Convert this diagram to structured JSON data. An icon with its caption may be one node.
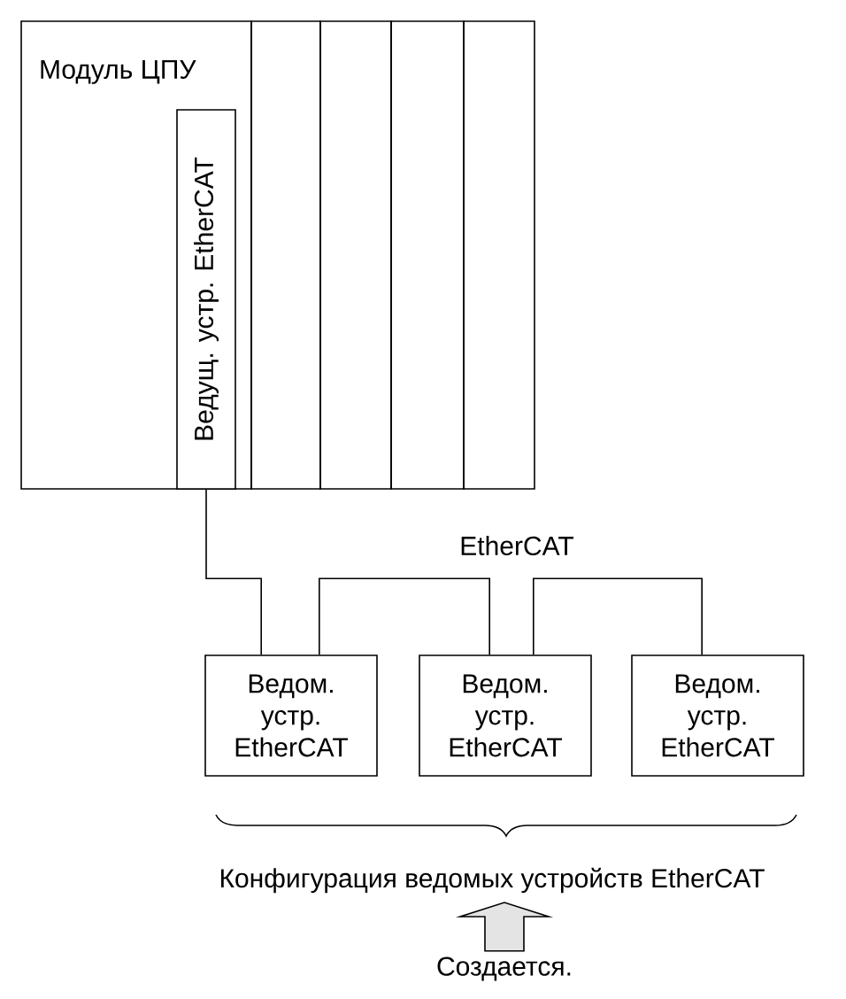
{
  "diagram": {
    "nodes": [
      {
        "text": [
          "Модуль ЦПУ"
        ]
      },
      {
        "text": [
          "Ведущ. устр. EtherCAT"
        ],
        "in": 0
      },
      {
        "text": [],
        "shape": "box"
      },
      {
        "text": [],
        "shape": "box"
      },
      {
        "text": [],
        "shape": "box"
      },
      {
        "text": [],
        "shape": "box"
      },
      {
        "text": [
          "Ведом. устр. EtherCAT"
        ]
      },
      {
        "text": [
          "Ведом. устр. EtherCAT"
        ]
      },
      {
        "text": [
          "Ведом. устр. EtherCAT"
        ]
      },
      {
        "text": [
          "Конфигурация ведомых устройств EtherCAT"
        ]
      },
      {
        "text": [
          "Создается."
        ]
      }
    ],
    "edges": [
      {
        "from": 1,
        "to": 6,
        "arrow": "none"
      },
      {
        "from": 6,
        "to": 7,
        "arrow": "none"
      },
      {
        "from": 7,
        "to": 8,
        "arrow": "none"
      },
      {
        "from": 10,
        "to": 9,
        "arrow": "to"
      }
    ],
    "labels": [
      "EtherCAT"
    ]
  }
}
